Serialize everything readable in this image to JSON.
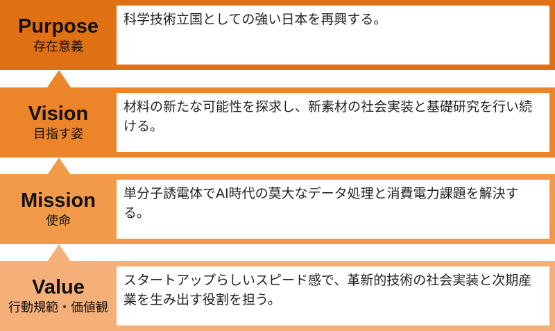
{
  "colors": {
    "purpose": "#E07014",
    "vision": "#EC842A",
    "mission": "#F29A4A",
    "value": "#F5B07A"
  },
  "levels": [
    {
      "en": "Purpose",
      "ja": "存在意義",
      "text": "科学技術立国としての強い日本を再興する。"
    },
    {
      "en": "Vision",
      "ja": "目指す姿",
      "text": "材料の新たな可能性を探求し、新素材の社会実装と基礎研究を行い続ける。"
    },
    {
      "en": "Mission",
      "ja": "使命",
      "text": "単分子誘電体でAI時代の莫大なデータ処理と消費電力課題を解決する。"
    },
    {
      "en": "Value",
      "ja": "行動規範・価値観",
      "text": "スタートアップらしいスピード感で、革新的技術の社会実装と次期産業を生み出す役割を担う。"
    }
  ]
}
